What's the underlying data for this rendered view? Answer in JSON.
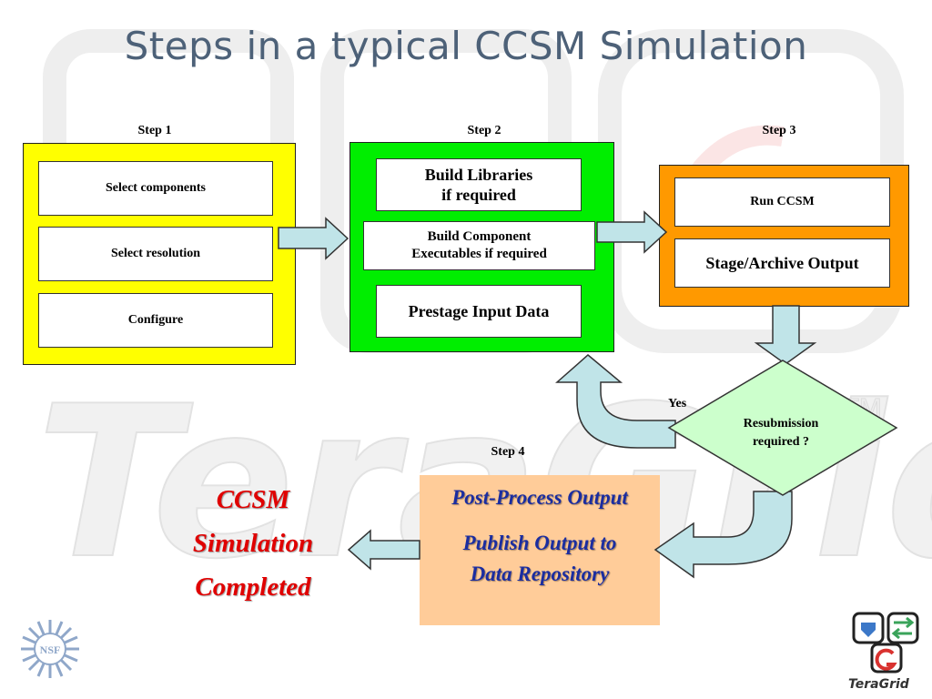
{
  "title": "Steps in a typical CCSM Simulation",
  "watermark_text": "TeraGrid",
  "watermark_tm": "TM",
  "step1": {
    "label": "Step 1",
    "items": [
      "Select components",
      "Select resolution",
      "Configure"
    ],
    "color": "#ffff00"
  },
  "step2": {
    "label": "Step 2",
    "items": [
      "Build Libraries if required",
      "Build Component Executables if required",
      "Prestage Input Data"
    ],
    "item0_lines": [
      "Build Libraries",
      "if required"
    ],
    "item1_lines": [
      "Build Component",
      "Executables if required"
    ],
    "color": "#00ee00"
  },
  "step3": {
    "label": "Step 3",
    "items": [
      "Run CCSM",
      "Stage/Archive Output"
    ],
    "color": "#ff9900"
  },
  "decision": {
    "lines": [
      "Resubmission",
      "required ?"
    ],
    "yes_label": "Yes",
    "color": "#ccffcc"
  },
  "step4": {
    "label": "Step 4",
    "lines": [
      "Post-Process Output",
      "Publish Output to",
      "Data Repository"
    ],
    "color": "#ffcc99"
  },
  "completed": {
    "lines": [
      "CCSM",
      "Simulation",
      "Completed"
    ]
  },
  "logos": {
    "nsf": "NSF",
    "teragrid": "TeraGrid"
  },
  "colors": {
    "arrow_fill": "#c0e4e8",
    "title": "#4d6178",
    "post_process_text": "#1b2da0",
    "completed_text": "#e00000"
  }
}
